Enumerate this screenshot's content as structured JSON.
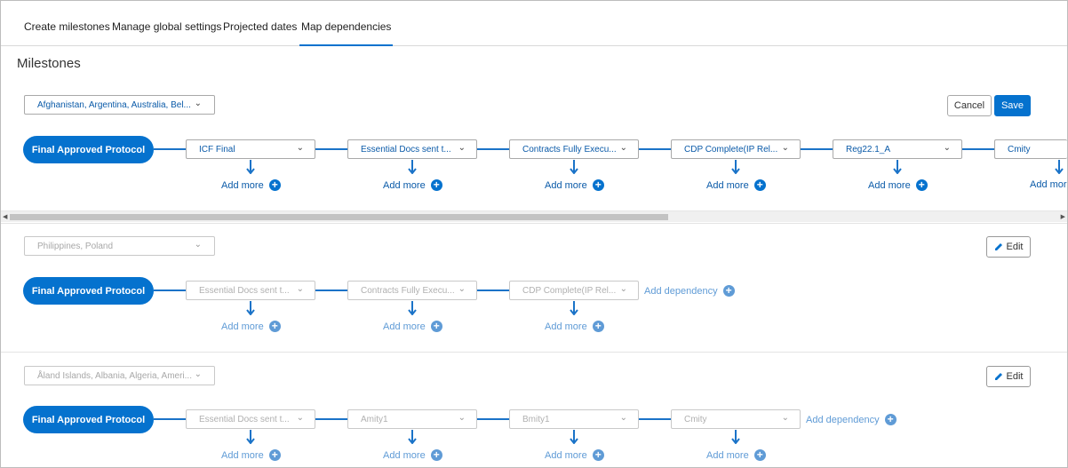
{
  "tabs": [
    {
      "label": "Create milestones"
    },
    {
      "label": "Manage global settings"
    },
    {
      "label": "Projected dates"
    },
    {
      "label": "Map dependencies"
    }
  ],
  "page_title": "Milestones",
  "chevron": "⌄",
  "sections": [
    {
      "countries": "Afghanistan, Argentina, Australia, Bel...",
      "cancel_label": "Cancel",
      "save_label": "Save",
      "root": "Final Approved Protocol",
      "milestones": [
        "ICF Final",
        "Essential Docs sent t...",
        "Contracts Fully Execu...",
        "CDP Complete(IP Rel...",
        "Reg22.1_A",
        "Cmity"
      ],
      "add_more": "Add more"
    },
    {
      "countries": "Philippines, Poland",
      "edit_label": "Edit",
      "root": "Final Approved Protocol",
      "milestones": [
        "Essential Docs sent t...",
        "Contracts Fully Execu...",
        "CDP Complete(IP Rel..."
      ],
      "add_more": "Add more",
      "add_dependency": "Add dependency"
    },
    {
      "countries": "Åland Islands, Albania, Algeria, Ameri...",
      "edit_label": "Edit",
      "root": "Final Approved Protocol",
      "milestones": [
        "Essential Docs sent t...",
        "Amity1",
        "Bmity1",
        "Cmity"
      ],
      "add_more": "Add more",
      "add_dependency": "Add dependency"
    }
  ],
  "icons": {
    "plus": "+",
    "scroll_left": "◀",
    "scroll_right": "▶",
    "edit": "pencil-icon"
  },
  "colors": {
    "accent": "#0572ce",
    "link": "#0a5aa8",
    "disabled_text": "#b0b0b0"
  }
}
